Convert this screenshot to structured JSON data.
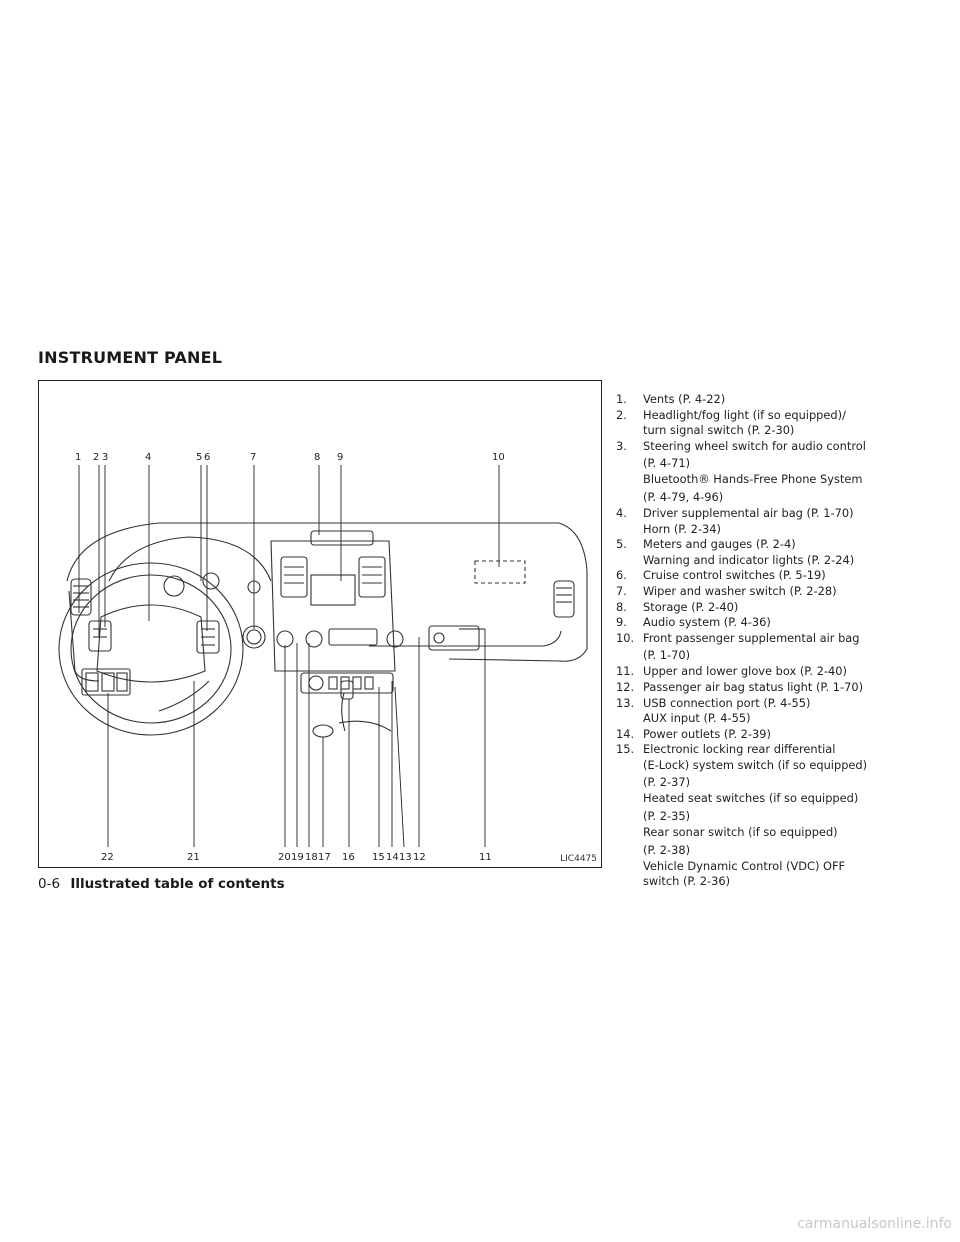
{
  "section_title": "INSTRUMENT PANEL",
  "figure": {
    "code": "LIC4475",
    "top_callouts": [
      "1",
      "2",
      "3",
      "4",
      "5",
      "6",
      "7",
      "8",
      "9",
      "10"
    ],
    "bottom_callouts": [
      "22",
      "21",
      "20",
      "19",
      "18",
      "17",
      "16",
      "15",
      "14",
      "13",
      "12",
      "11"
    ]
  },
  "items": [
    {
      "num": "1.",
      "lines": [
        "Vents (P. 4-22)"
      ]
    },
    {
      "num": "2.",
      "lines": [
        "Headlight/fog light (if so equipped)/",
        "turn signal switch (P. 2-30)"
      ]
    },
    {
      "num": "3.",
      "lines": [
        "Steering wheel switch for audio control",
        "(P. 4-71)",
        "Bluetooth® Hands-Free Phone System",
        "(P. 4-79, 4-96)"
      ]
    },
    {
      "num": "4.",
      "lines": [
        "Driver supplemental air bag (P. 1-70)",
        "Horn (P. 2-34)"
      ]
    },
    {
      "num": "5.",
      "lines": [
        "Meters and gauges (P. 2-4)",
        "Warning and indicator lights (P. 2-24)"
      ]
    },
    {
      "num": "6.",
      "lines": [
        "Cruise control switches (P. 5-19)"
      ]
    },
    {
      "num": "7.",
      "lines": [
        "Wiper and washer switch (P. 2-28)"
      ]
    },
    {
      "num": "8.",
      "lines": [
        "Storage (P. 2-40)"
      ]
    },
    {
      "num": "9.",
      "lines": [
        "Audio system (P. 4-36)"
      ]
    },
    {
      "num": "10.",
      "lines": [
        "Front passenger supplemental air bag",
        "(P. 1-70)"
      ]
    },
    {
      "num": "11.",
      "lines": [
        "Upper and lower glove box (P. 2-40)"
      ]
    },
    {
      "num": "12.",
      "lines": [
        "Passenger air bag status light (P. 1-70)"
      ]
    },
    {
      "num": "13.",
      "lines": [
        "USB connection port (P. 4-55)",
        "AUX input (P. 4-55)"
      ]
    },
    {
      "num": "14.",
      "lines": [
        "Power outlets (P. 2-39)"
      ]
    },
    {
      "num": "15.",
      "lines": [
        "Electronic locking rear differential",
        "(E-Lock) system switch (if so equipped)",
        "(P. 2-37)",
        "Heated seat switches (if so equipped)",
        "(P. 2-35)",
        "Rear sonar switch (if so equipped)",
        "(P. 2-38)",
        "Vehicle Dynamic Control (VDC) OFF",
        "switch (P. 2-36)"
      ]
    }
  ],
  "footer": {
    "page_number": "0-6",
    "title": "Illustrated table of contents"
  },
  "watermark": "carmanualsonline.info"
}
